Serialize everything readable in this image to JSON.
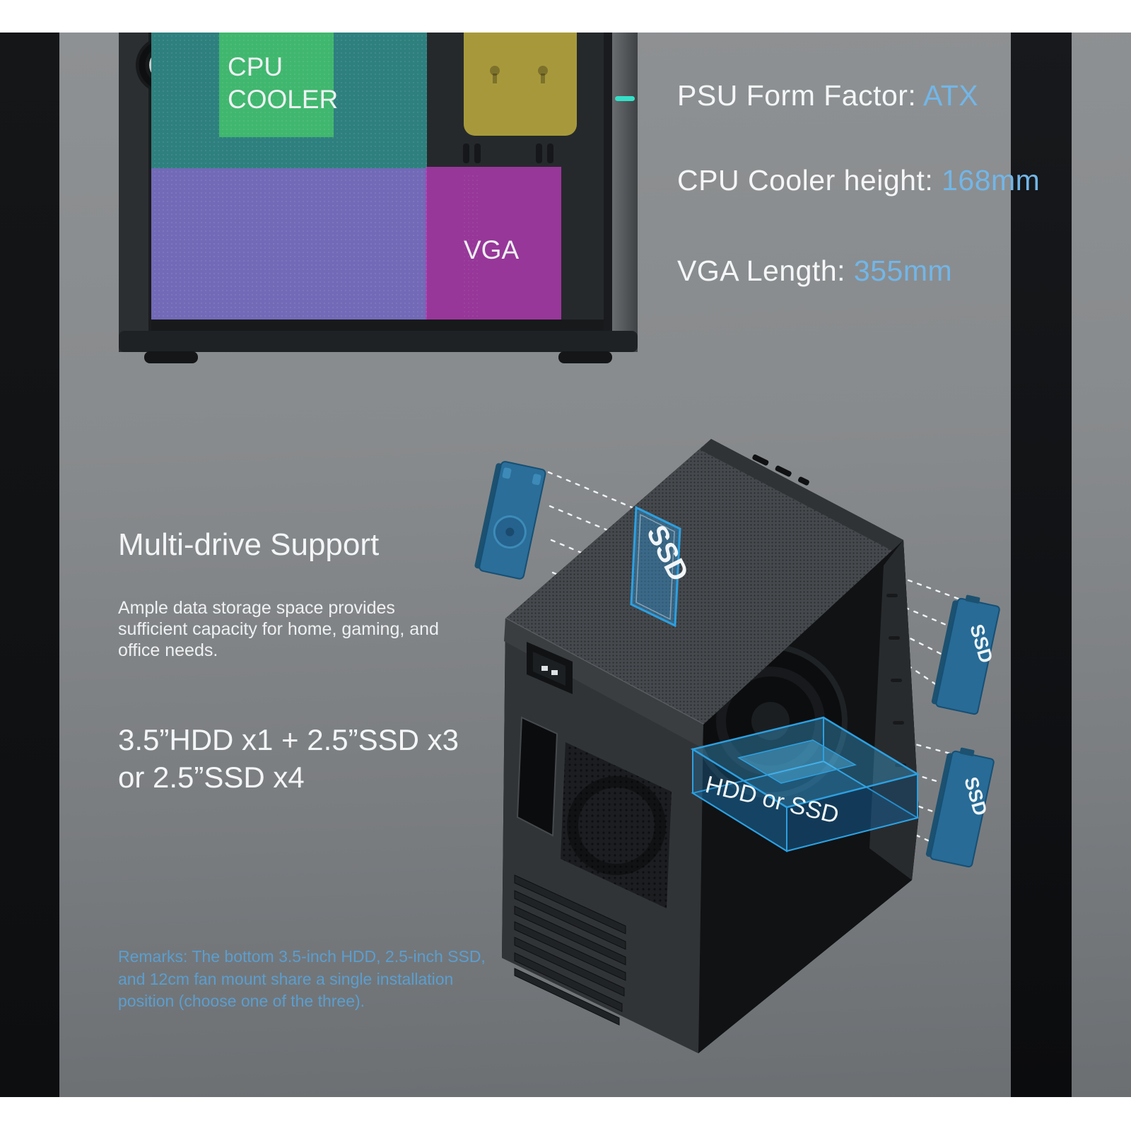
{
  "banner": {
    "bg_top": "#8e9193",
    "bg_bottom": "#6b6f72",
    "side_bar_color": "#101214"
  },
  "top_diagram": {
    "cpu_cooler_line1": "CPU",
    "cpu_cooler_line2": "COOLER",
    "vga_label": "VGA",
    "colors": {
      "cpu_cooler_zone": "#43bd6d",
      "cooler_clearance_zone": "#2f8f8d",
      "psu_zone": "#b6a53d",
      "vga_zone_left": "#8277d6",
      "vga_zone_right": "#b13ab1",
      "accent_line": "#35e0c8"
    }
  },
  "specs": {
    "items": [
      {
        "label": "PSU Form Factor: ",
        "value": "ATX"
      },
      {
        "label": "CPU Cooler height: ",
        "value": "168mm"
      },
      {
        "label": "VGA Length: ",
        "value": "355mm"
      }
    ],
    "value_color": "#72b6e8"
  },
  "multi_drive": {
    "heading": "Multi-drive Support",
    "description_lines": [
      "Ample data storage space provides",
      "sufficient capacity for home, gaming, and",
      "office needs."
    ],
    "config_lines": [
      "3.5”HDD x1 + 2.5”SSD x3",
      "or 2.5”SSD x4"
    ],
    "remarks_lines": [
      "Remarks: The bottom 3.5-inch HDD, 2.5-inch SSD,",
      "and 12cm fan mount share a single installation",
      "position (choose one of the three)."
    ],
    "remarks_color": "#5b9ecf"
  },
  "illustration": {
    "ssd_label": "SSD",
    "tray_label": "HDD or SSD",
    "drive_fill": "#2a6e99",
    "highlight": "#2da0e0"
  }
}
